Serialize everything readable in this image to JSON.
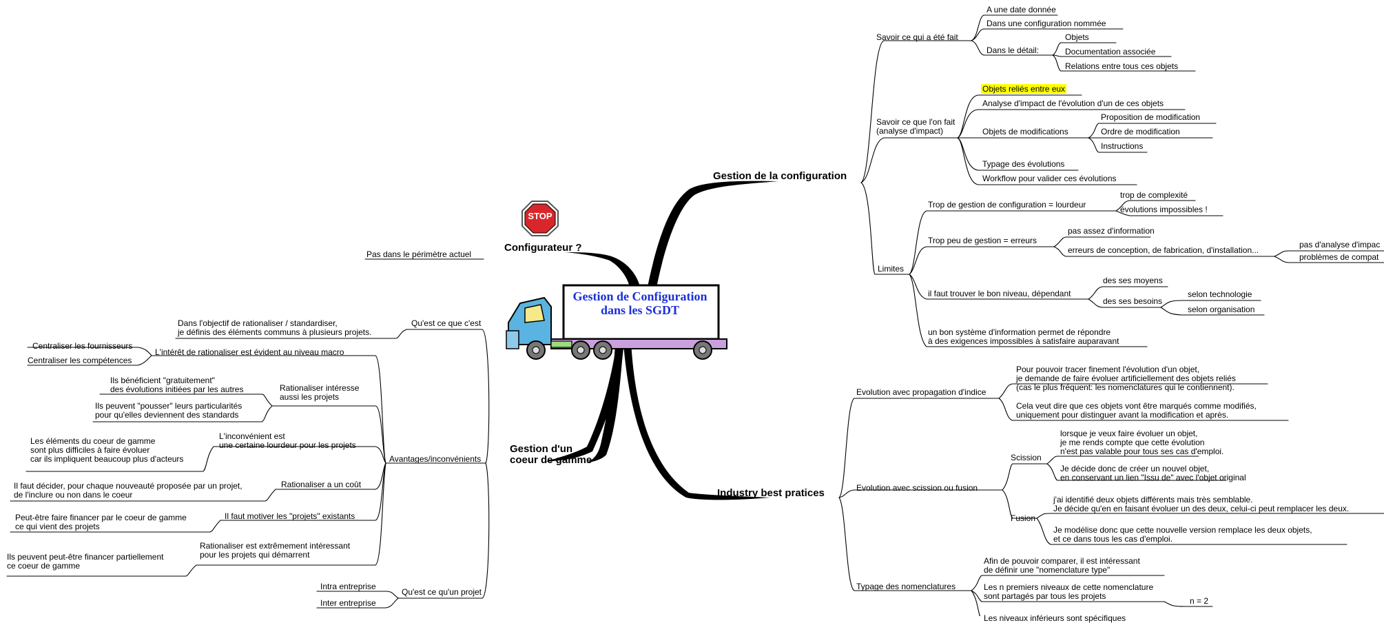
{
  "central": {
    "title": "Gestion de Configuration\ndans les SGDT"
  },
  "stop_sign": {
    "label": "STOP"
  },
  "configurateur": {
    "title": "Configurateur ?",
    "items": [
      "Pas dans le périmètre actuel"
    ]
  },
  "config": {
    "title": "Gestion de la configuration",
    "savoir_fait": {
      "label": "Savoir ce qui a été fait",
      "items": [
        "A une date donnée",
        "Dans une configuration nommée"
      ],
      "detail": {
        "label": "Dans le détail:",
        "items": [
          "Objets",
          "Documentation associée",
          "Relations entre tous ces objets"
        ]
      }
    },
    "savoir_on_fait": {
      "label": "Savoir ce que l'on fait\n(analyse d'impact)",
      "items": [
        "Objets reliés entre eux",
        "Analyse d'impact de l'évolution d'un de ces objets"
      ],
      "modifs": {
        "label": "Objets de modifications",
        "items": [
          "Proposition de modification",
          "Ordre de modification",
          "Instructions"
        ]
      },
      "items2": [
        "Typage des évolutions",
        "Workflow pour valider ces évolutions"
      ]
    },
    "limites": {
      "label": "Limites",
      "trop": {
        "label": "Trop de gestion de configuration = lourdeur",
        "items": [
          "trop de complexité",
          "évolutions impossibles !"
        ]
      },
      "peu": {
        "label": "Trop peu de gestion = erreurs",
        "items": [
          "pas assez d'information",
          "erreurs de conception, de fabrication, d'installation..."
        ],
        "sub": [
          "pas d'analyse d'impac",
          "problèmes de compat"
        ]
      },
      "niveau": {
        "label": "il faut trouver le bon niveau, dépendant",
        "items": [
          "des ses moyens",
          "des ses besoins"
        ],
        "besoins": [
          "selon technologie",
          "selon organisation"
        ]
      },
      "systeme": "un bon système d'information permet de répondre\nà des exigences impossibles à satisfaire auparavant"
    }
  },
  "industry": {
    "title": "Industry best pratices",
    "propagation": {
      "label": "Evolution avec propagation d'indice",
      "items": [
        "Pour pouvoir tracer finement l'évolution d'un objet,\nje demande de faire évoluer artificiellement des objets reliés\n(cas le plus fréquent: les nomenclatures qui le contiennent).",
        "Cela veut dire que ces objets vont être marqués comme modifiés,\nuniquement pour distinguer avant la modification et après."
      ]
    },
    "scission_fusion": {
      "label": "Evolution avec scission ou fusion",
      "scission": {
        "label": "Scission",
        "items": [
          "lorsque je veux faire évoluer un objet,\nje me rends compte que cette évolution\nn'est pas valable pour tous ses cas d'emploi.",
          "Je décide donc de créer un nouvel objet,\nen conservant un lien \"Issu de\" avec l'objet original"
        ]
      },
      "fusion": {
        "label": "Fusion",
        "items": [
          "j'ai identifié deux objets différents mais très semblable.\nJe décide qu'en en faisant évoluer un des deux, celui-ci peut remplacer les deux.",
          "Je modélise donc que cette nouvelle version remplace les deux objets,\net ce dans tous les cas d'emploi."
        ]
      }
    },
    "typage": {
      "label": "Typage des nomenclatures",
      "items": [
        "Afin de pouvoir comparer, il est intéressant\nde définir une \"nomenclature type\"",
        "Les n premiers niveaux de cette nomenclature\nsont partagés par tous les projets",
        "Les niveaux inférieurs sont spécifiques"
      ],
      "n_value": "n = 2"
    }
  },
  "coeur": {
    "title": "Gestion d'un\ncoeur de gamme",
    "quest": {
      "label": "Qu'est ce que c'est",
      "items": [
        "Dans l'objectif de rationaliser / standardiser,\nje définis des éléments communs à plusieurs projets."
      ]
    },
    "avantages": {
      "label": "Avantages/inconvénients",
      "interet": {
        "label": "L'intérêt de rationaliser est évident au niveau macro",
        "items": [
          "Centraliser les fournisseurs",
          "Centraliser les compétences"
        ]
      },
      "rationaliser": {
        "label": "Rationaliser intéresse\naussi les projets",
        "items": [
          "Ils bénéficient \"gratuitement\"\ndes évolutions initiées par les autres",
          "Ils peuvent \"pousser\" leurs particularités\npour qu'elles deviennent des standards"
        ]
      },
      "inconvenient": {
        "label": "L'inconvénient est\nune certaine lourdeur pour les projets",
        "items": [
          "Les éléments du coeur de gamme\nsont plus difficiles à faire évoluer\ncar ils impliquent beaucoup plus d'acteurs"
        ]
      },
      "cout": {
        "label": "Rationaliser a un coût",
        "items": [
          "Il faut décider, pour chaque nouveauté proposée par un projet,\nde l'inclure ou non dans le coeur"
        ]
      },
      "motiver": {
        "label": "Il faut motiver les \"projets\" existants",
        "items": [
          "Peut-être faire financer par le coeur de gamme\nce qui vient des projets"
        ]
      },
      "demarrent": {
        "label": "Rationaliser est extrêmement intéressant\npour les projets qui démarrent",
        "items": [
          "Ils peuvent peut-être financer partiellement\nce coeur de gamme"
        ]
      }
    },
    "projet": {
      "label": "Qu'est ce qu'un projet",
      "items": [
        "Intra entreprise",
        "Inter entreprise"
      ]
    }
  }
}
